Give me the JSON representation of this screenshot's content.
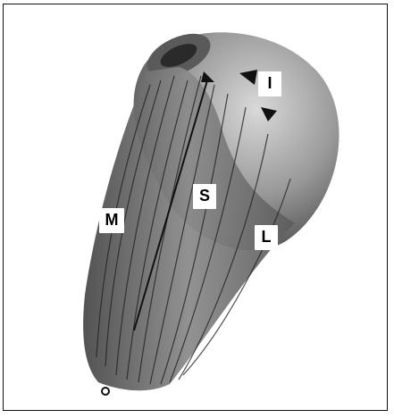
{
  "figure": {
    "labels": {
      "inferior": "I",
      "superior": "S",
      "medial": "M",
      "lateral": "L"
    },
    "colors": {
      "background": "#ffffff",
      "globe_dark": "#4a4a4a",
      "globe_mid": "#8a8a8a",
      "globe_light": "#cfcfcf",
      "muscle_line": "#222222"
    }
  }
}
